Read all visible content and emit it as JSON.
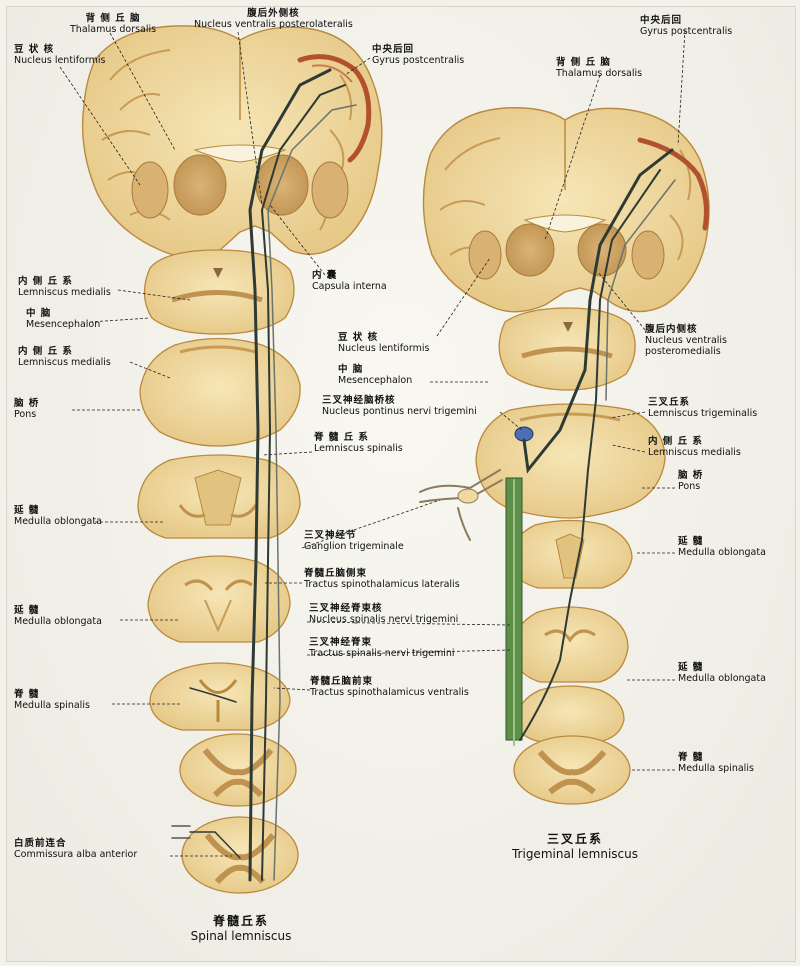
{
  "colors": {
    "tissue": "#efd9a0",
    "tissue_edge": "#b88a3e",
    "gray_matter": "#cfa768",
    "tract": "#2e3a33",
    "trigeminal_tract": "#5e8f4a",
    "cortex_red": "#b2512d"
  },
  "left_panel": {
    "caption_cn": "脊髓丘系",
    "caption_la": "Spinal lemniscus",
    "labels": {
      "thalamus_dorsalis": {
        "cn": "背 侧 丘 脑",
        "la": "Thalamus dorsalis"
      },
      "nucleus_vpl": {
        "cn": "腹后外侧核",
        "la": "Nucleus ventralis posterolateralis"
      },
      "nucleus_lentiformis": {
        "cn": "豆 状 核",
        "la": "Nucleus lentiformis"
      },
      "gyrus_postcentralis": {
        "cn": "中央后回",
        "la": "Gyrus postcentralis"
      },
      "capsula_interna": {
        "cn": "内 囊",
        "la": "Capsula interna"
      },
      "lemniscus_medialis_1": {
        "cn": "内 侧 丘 系",
        "la": "Lemniscus medialis"
      },
      "mesencephalon": {
        "cn": "中 脑",
        "la": "Mesencephalon"
      },
      "lemniscus_medialis_2": {
        "cn": "内 侧 丘 系",
        "la": "Lemniscus medialis"
      },
      "pons": {
        "cn": "脑 桥",
        "la": "Pons"
      },
      "lemniscus_spinalis": {
        "cn": "脊 髓 丘 系",
        "la": "Lemniscus spinalis"
      },
      "medulla_oblongata_1": {
        "cn": "延 髓",
        "la": "Medulla oblongata"
      },
      "ganglion_trigeminale": {
        "cn": "三叉神经节",
        "la": "Ganglion trigeminale"
      },
      "tractus_stt_lateralis": {
        "cn": "脊髓丘脑侧束",
        "la": "Tractus spinothalamicus lateralis"
      },
      "medulla_oblongata_2": {
        "cn": "延 髓",
        "la": "Medulla oblongata"
      },
      "nucleus_spinalis_trig": {
        "cn": "三叉神经脊束核",
        "la": "Nucleus spinalis nervi trigemini"
      },
      "tractus_spinalis_trig": {
        "cn": "三叉神经脊束",
        "la": "Tractus spinalis nervi trigemini"
      },
      "medulla_spinalis": {
        "cn": "脊 髓",
        "la": "Medulla spinalis"
      },
      "tractus_stt_ventralis": {
        "cn": "脊髓丘脑前束",
        "la": "Tractus spinothalamicus ventralis"
      },
      "commissura_alba": {
        "cn": "白质前连合",
        "la": "Commissura alba anterior"
      }
    }
  },
  "right_panel": {
    "caption_cn": "三叉丘系",
    "caption_la": "Trigeminal lemniscus",
    "labels": {
      "gyrus_postcentralis": {
        "cn": "中央后回",
        "la": "Gyrus postcentralis"
      },
      "thalamus_dorsalis": {
        "cn": "背 侧 丘 脑",
        "la": "Thalamus dorsalis"
      },
      "nucleus_lentiformis": {
        "cn": "豆 状 核",
        "la": "Nucleus lentiformis"
      },
      "nucleus_vpm": {
        "cn": "腹后内侧核",
        "la_1": "Nucleus ventralis",
        "la_2": "posteromedialis"
      },
      "mesencephalon": {
        "cn": "中 脑",
        "la": "Mesencephalon"
      },
      "nucleus_pontinus_trig": {
        "cn": "三叉神经脑桥核",
        "la": "Nucleus pontinus nervi trigemini"
      },
      "lemniscus_trigeminalis": {
        "cn": "三叉丘系",
        "la": "Lemniscus trigeminalis"
      },
      "lemniscus_medialis": {
        "cn": "内 侧 丘 系",
        "la": "Lemniscus medialis"
      },
      "pons": {
        "cn": "脑 桥",
        "la": "Pons"
      },
      "medulla_oblongata_1": {
        "cn": "延 髓",
        "la": "Medulla oblongata"
      },
      "medulla_oblongata_2": {
        "cn": "延 髓",
        "la": "Medulla oblongata"
      },
      "medulla_spinalis": {
        "cn": "脊 髓",
        "la": "Medulla spinalis"
      }
    }
  }
}
